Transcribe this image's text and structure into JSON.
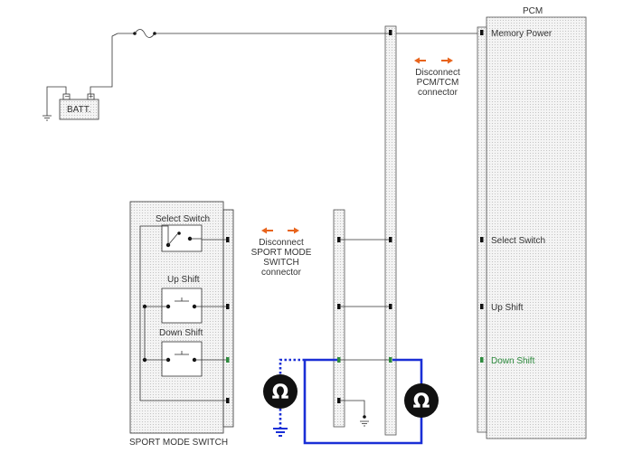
{
  "labels": {
    "pcm": "PCM",
    "memory_power": "Memory Power",
    "select_switch_pcm": "Select Switch",
    "up_shift_pcm": "Up  Shift",
    "down_shift_pcm": "Down  Shift",
    "batt": "BATT.",
    "select_switch": "Select Switch",
    "up_shift": "Up  Shift",
    "down_shift": "Down  Shift",
    "sport_mode_switch": "SPORT MODE SWITCH",
    "disconnect_pcm": [
      "Disconnect",
      "PCM/TCM",
      "connector"
    ],
    "disconnect_sms": [
      "Disconnect",
      "SPORT MODE",
      "SWITCH",
      "connector"
    ],
    "battery_minus": "−",
    "battery_plus": "+",
    "ohm_symbol": "Ω"
  },
  "colors": {
    "wire": "#333333",
    "probe": "#1a2fd6",
    "arrow": "#e8641c",
    "highlight": "#2e8b3e",
    "meter": "#111111"
  },
  "icons": {
    "ohmmeter": "ohmmeter-icon",
    "ground": "ground-icon",
    "fuse": "fuse-icon",
    "arrow": "double-arrow-icon"
  }
}
